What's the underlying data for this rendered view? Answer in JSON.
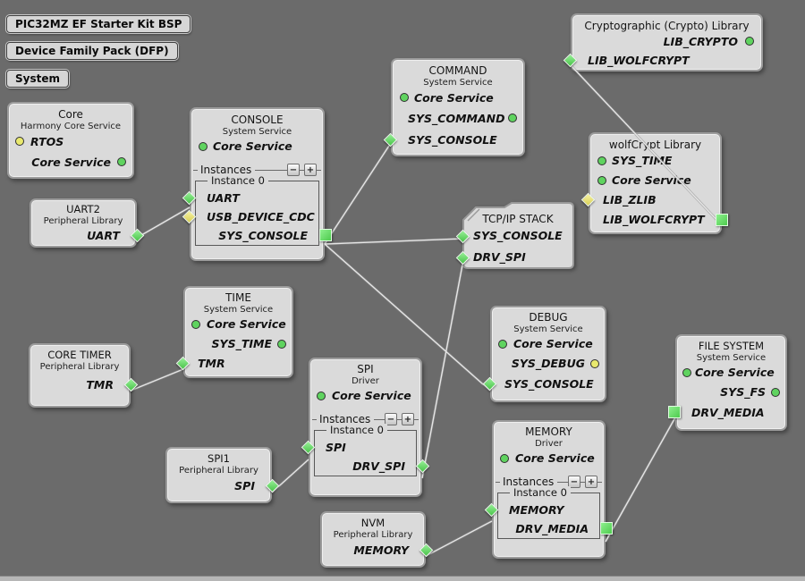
{
  "tags": [
    {
      "label": "PIC32MZ EF Starter Kit BSP"
    },
    {
      "label": "Device Family Pack (DFP)"
    },
    {
      "label": "System"
    }
  ],
  "blocks": [
    {
      "id": "core",
      "title": "Core",
      "subtitle": "Harmony Core Service",
      "rows": [
        {
          "label": "RTOS",
          "marker": "yellow-circle"
        },
        {
          "label": "Core Service",
          "marker": "green-circle"
        }
      ]
    },
    {
      "id": "uart2",
      "title": "UART2",
      "subtitle": "Peripheral Library",
      "rows": [
        {
          "label": "UART",
          "marker": "green-diamond"
        }
      ]
    },
    {
      "id": "console",
      "title": "CONSOLE",
      "subtitle": "System Service",
      "rows": [
        {
          "label": "Core Service",
          "marker": "green-circle"
        }
      ],
      "instances": {
        "label": "Instances",
        "minus": "−",
        "plus": "+",
        "instance_label": "Instance 0",
        "rows": [
          {
            "label": "UART",
            "marker": "green-diamond"
          },
          {
            "label": "USB_DEVICE_CDC",
            "marker": "yellow-diamond"
          },
          {
            "label": "SYS_CONSOLE",
            "marker": "green-square"
          }
        ]
      }
    },
    {
      "id": "command",
      "title": "COMMAND",
      "subtitle": "System Service",
      "rows": [
        {
          "label": "Core Service",
          "marker": "green-circle"
        },
        {
          "label": "SYS_COMMAND",
          "marker": "green-circle"
        },
        {
          "label": "SYS_CONSOLE",
          "marker": "green-diamond"
        }
      ]
    },
    {
      "id": "crypto",
      "title": "Cryptographic (Crypto) Library",
      "rows": [
        {
          "label": "LIB_CRYPTO",
          "marker": "green-circle"
        },
        {
          "label": "LIB_WOLFCRYPT",
          "marker": "green-diamond"
        }
      ]
    },
    {
      "id": "wolfcrypt",
      "title": "wolfCrypt Library",
      "rows": [
        {
          "label": "SYS_TIME",
          "marker": "green-circle"
        },
        {
          "label": "Core Service",
          "marker": "green-circle"
        },
        {
          "label": "LIB_ZLIB",
          "marker": "yellow-diamond"
        },
        {
          "label": "LIB_WOLFCRYPT",
          "marker": "green-square"
        }
      ]
    },
    {
      "id": "tcpip",
      "title": "TCP/IP STACK",
      "rows": [
        {
          "label": "SYS_CONSOLE",
          "marker": "green-diamond"
        },
        {
          "label": "DRV_SPI",
          "marker": "green-diamond"
        }
      ]
    },
    {
      "id": "time",
      "title": "TIME",
      "subtitle": "System Service",
      "rows": [
        {
          "label": "Core Service",
          "marker": "green-circle"
        },
        {
          "label": "SYS_TIME",
          "marker": "green-circle"
        },
        {
          "label": "TMR",
          "marker": "green-diamond"
        }
      ]
    },
    {
      "id": "coretimer",
      "title": "CORE TIMER",
      "subtitle": "Peripheral Library",
      "rows": [
        {
          "label": "TMR",
          "marker": "green-diamond"
        }
      ]
    },
    {
      "id": "spi",
      "title": "SPI",
      "subtitle": "Driver",
      "rows": [
        {
          "label": "Core Service",
          "marker": "green-circle"
        }
      ],
      "instances": {
        "label": "Instances",
        "minus": "−",
        "plus": "+",
        "instance_label": "Instance 0",
        "rows": [
          {
            "label": "SPI",
            "marker": "green-diamond"
          },
          {
            "label": "DRV_SPI",
            "marker": "green-diamond"
          }
        ]
      }
    },
    {
      "id": "spi1",
      "title": "SPI1",
      "subtitle": "Peripheral Library",
      "rows": [
        {
          "label": "SPI",
          "marker": "green-diamond"
        }
      ]
    },
    {
      "id": "debug",
      "title": "DEBUG",
      "subtitle": "System Service",
      "rows": [
        {
          "label": "Core Service",
          "marker": "green-circle"
        },
        {
          "label": "SYS_DEBUG",
          "marker": "yellow-circle"
        },
        {
          "label": "SYS_CONSOLE",
          "marker": "green-diamond"
        }
      ]
    },
    {
      "id": "memory",
      "title": "MEMORY",
      "subtitle": "Driver",
      "rows": [
        {
          "label": "Core Service",
          "marker": "green-circle"
        }
      ],
      "instances": {
        "label": "Instances",
        "minus": "−",
        "plus": "+",
        "instance_label": "Instance 0",
        "rows": [
          {
            "label": "MEMORY",
            "marker": "green-diamond"
          },
          {
            "label": "DRV_MEDIA",
            "marker": "green-square"
          }
        ]
      }
    },
    {
      "id": "nvm",
      "title": "NVM",
      "subtitle": "Peripheral Library",
      "rows": [
        {
          "label": "MEMORY",
          "marker": "green-diamond"
        }
      ]
    },
    {
      "id": "filesystem",
      "title": "FILE SYSTEM",
      "subtitle": "System Service",
      "rows": [
        {
          "label": "Core Service",
          "marker": "green-circle"
        },
        {
          "label": "SYS_FS",
          "marker": "green-circle"
        },
        {
          "label": "DRV_MEDIA",
          "marker": "green-square"
        }
      ]
    }
  ],
  "connections": [
    {
      "from": "UART2/UART",
      "to": "CONSOLE/Instance 0/UART"
    },
    {
      "from": "CONSOLE/Instance 0/SYS_CONSOLE",
      "to": "COMMAND/SYS_CONSOLE"
    },
    {
      "from": "CONSOLE/Instance 0/SYS_CONSOLE",
      "to": "TCP-IP STACK/SYS_CONSOLE"
    },
    {
      "from": "CONSOLE/Instance 0/SYS_CONSOLE",
      "to": "DEBUG/SYS_CONSOLE"
    },
    {
      "from": "Cryptographic (Crypto) Library/LIB_WOLFCRYPT",
      "to": "wolfCrypt Library/LIB_WOLFCRYPT"
    },
    {
      "from": "CORE TIMER/TMR",
      "to": "TIME/TMR"
    },
    {
      "from": "SPI1/SPI",
      "to": "SPI/Instance 0/SPI"
    },
    {
      "from": "SPI/Instance 0/DRV_SPI",
      "to": "TCP-IP STACK/DRV_SPI"
    },
    {
      "from": "NVM/MEMORY",
      "to": "MEMORY/Instance 0/MEMORY"
    },
    {
      "from": "MEMORY/Instance 0/DRV_MEDIA",
      "to": "FILE SYSTEM/DRV_MEDIA"
    }
  ],
  "colors": {
    "canvas": "#6b6b6b",
    "block": "#dadada",
    "green": "#5fd35f",
    "yellow": "#e9e96e",
    "wire": "#d6d6d6"
  }
}
